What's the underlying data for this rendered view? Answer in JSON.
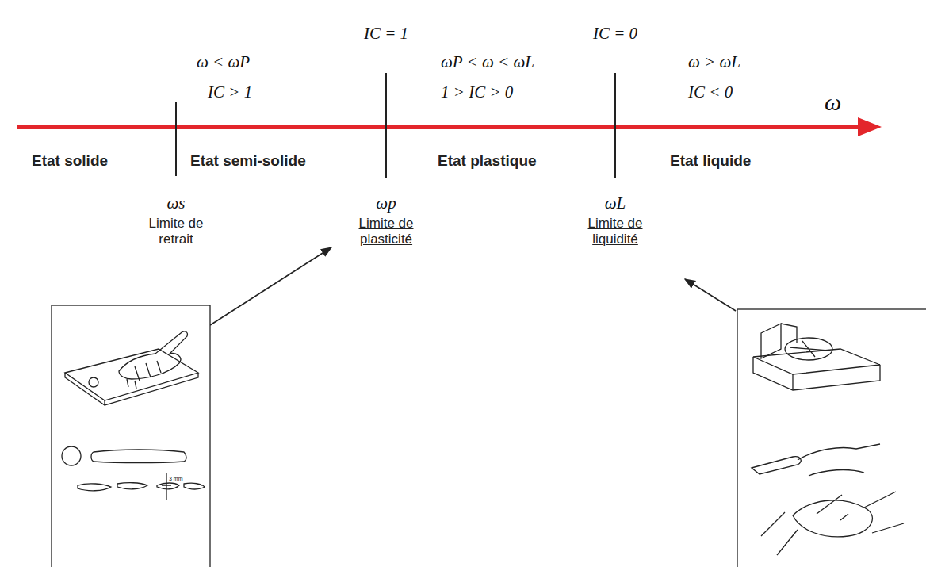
{
  "diagram": {
    "labels": [
      "ω < ωP",
      "IC > 1",
      "IC = 1",
      "ωP < ω < ωL",
      "1 > IC > 0",
      "IC = 0",
      "ω > ωL",
      "IC < 0",
      "ω",
      "Etat solide",
      "Etat semi-solide",
      "Etat plastique",
      "Etat liquide",
      "ωs",
      "Limite de retrait",
      "ωp",
      "Limite de plasticité",
      "ωL",
      "Limite de liquidité",
      "3 mm"
    ]
  }
}
